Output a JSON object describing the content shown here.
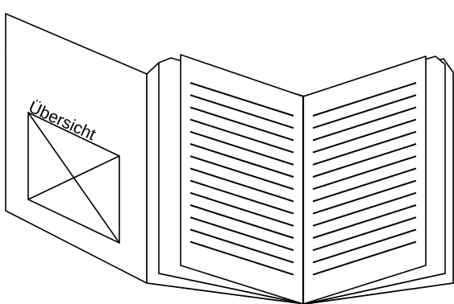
{
  "diagram": {
    "cover_title": "Übersicht",
    "image_placeholder_icon": "crossed-box-placeholder-icon",
    "left_page_text_lines": 14,
    "right_page_text_lines": 14,
    "ink_color": "#000000",
    "paper_color": "#ffffff"
  }
}
